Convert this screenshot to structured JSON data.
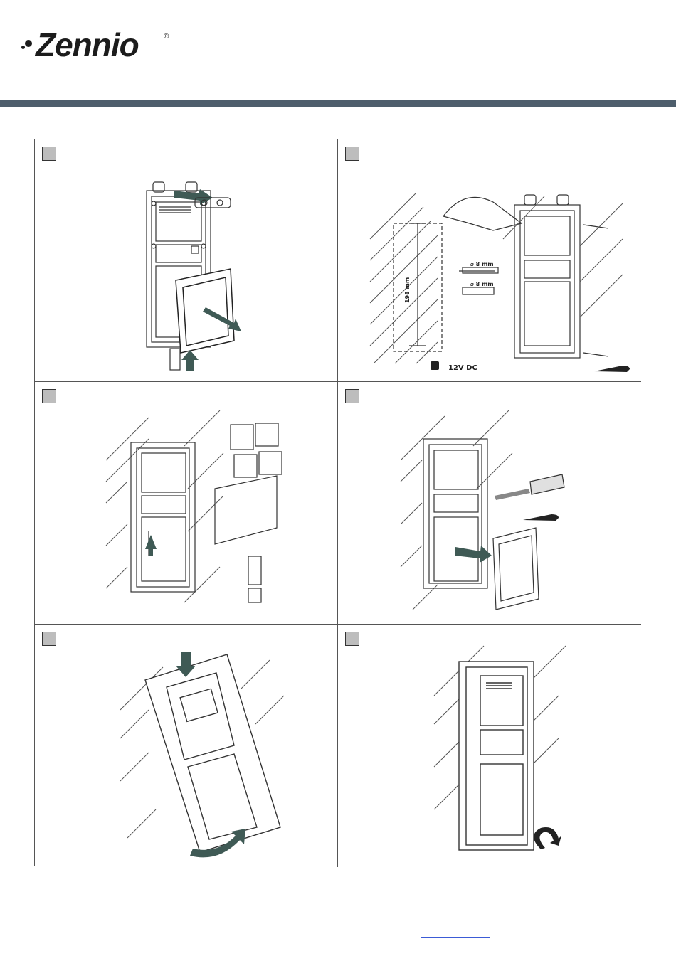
{
  "brand": {
    "name": "Zennio",
    "registered": "®"
  },
  "colors": {
    "header_bar": "#4e5e6c",
    "arrow": "#3f5a55",
    "frame": "#333333",
    "step_box": "#bdbdbd",
    "footer_link": "#3b5bd6"
  },
  "steps": [
    {
      "label": ""
    },
    {
      "label": "",
      "dimension": "198 mm",
      "drill": "⌀ 8 mm",
      "plug": "⌀ 8 mm",
      "power": "12V DC"
    },
    {
      "label": ""
    },
    {
      "label": ""
    },
    {
      "label": ""
    },
    {
      "label": ""
    }
  ]
}
